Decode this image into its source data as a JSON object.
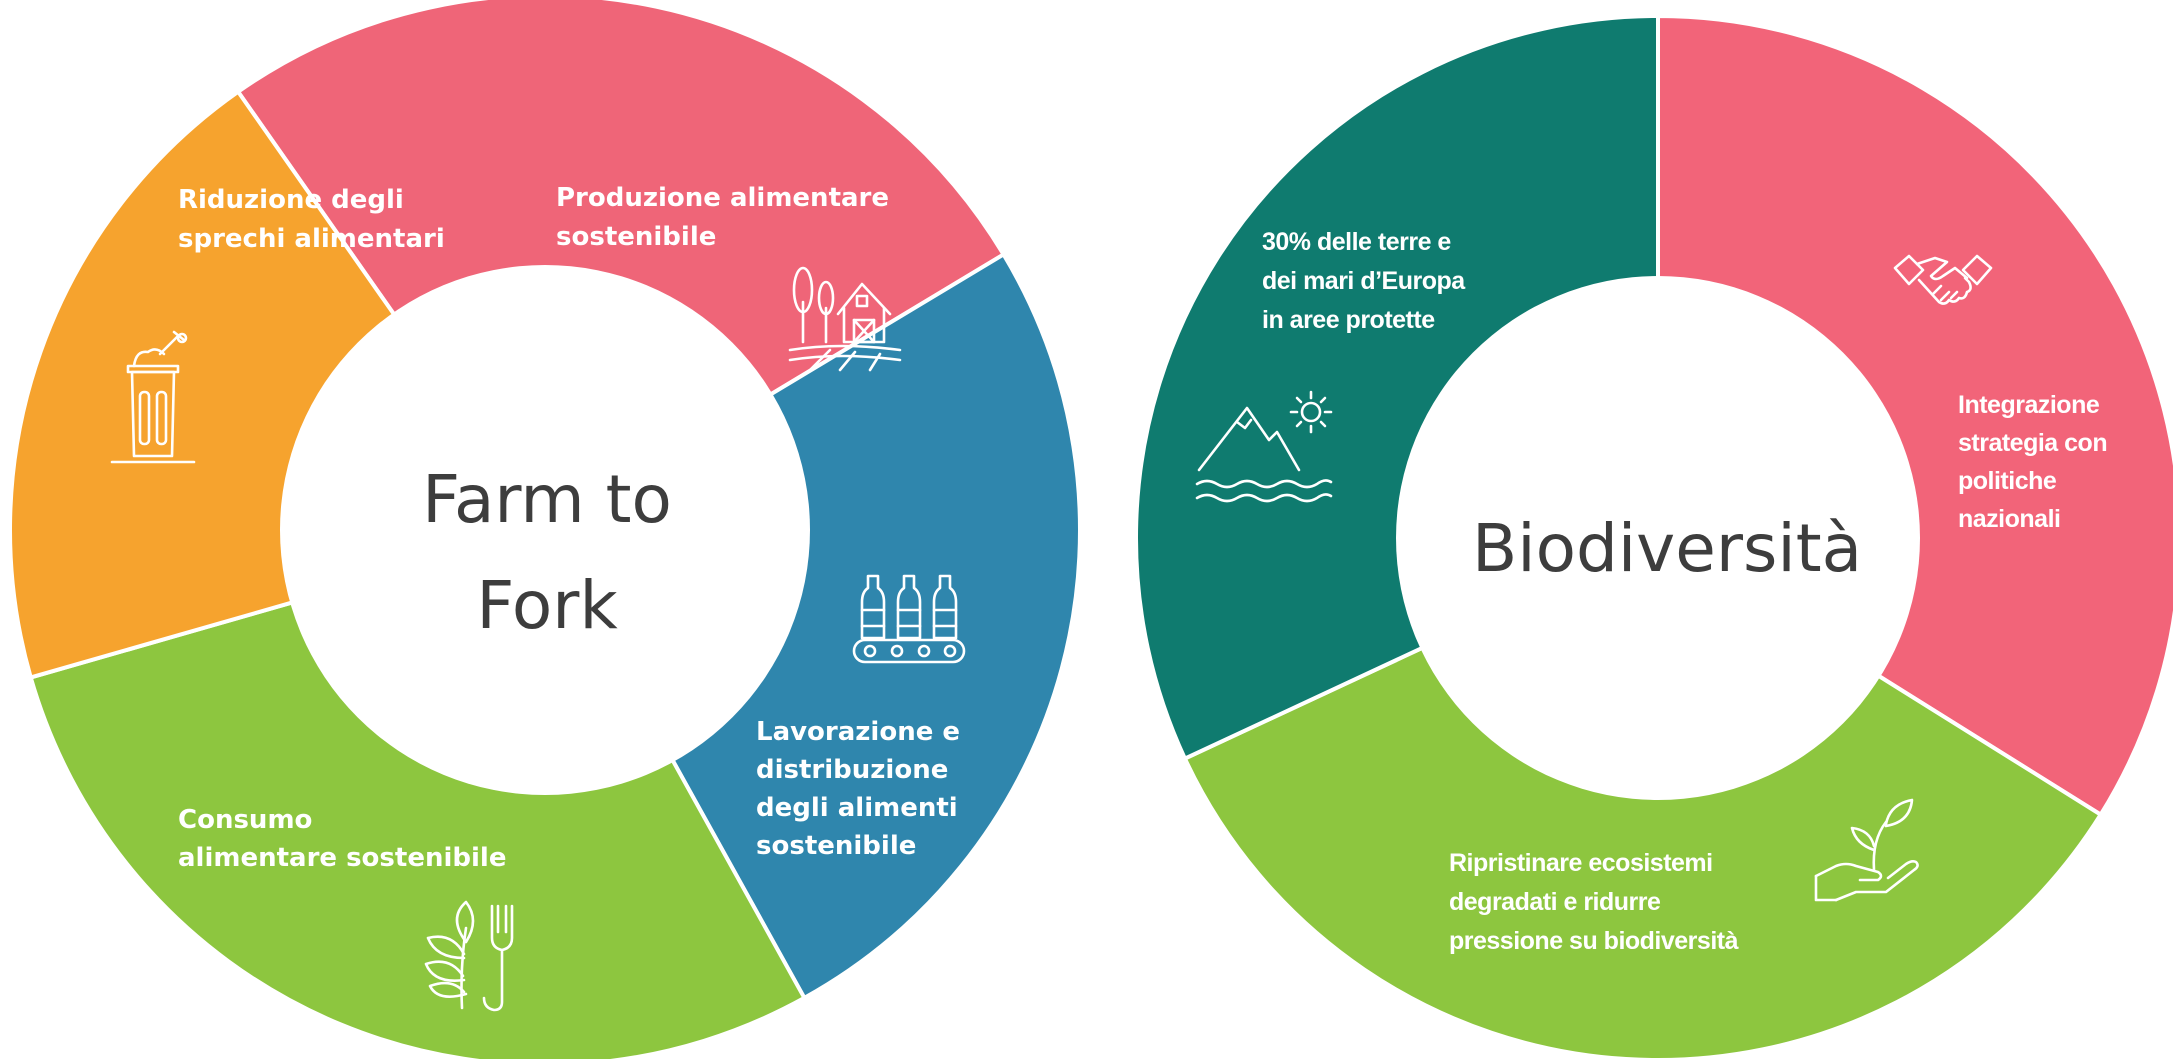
{
  "diagrams": [
    {
      "title_lines": [
        "Farm to",
        "Fork"
      ],
      "segments": [
        {
          "lines": [
            "Produzione alimentare",
            "sostenibile"
          ],
          "icon": "farm-barn-icon",
          "color": "#ef6578"
        },
        {
          "lines": [
            "Lavorazione e",
            "distribuzione",
            "degli alimenti",
            "sostenibile"
          ],
          "icon": "bottles-conveyor-icon",
          "color": "#2f86ad"
        },
        {
          "lines": [
            "Consumo",
            "alimentare sostenibile"
          ],
          "icon": "leaves-fork-icon",
          "color": "#8dc63f"
        },
        {
          "lines": [
            "Riduzione degli",
            "sprechi alimentari"
          ],
          "icon": "waste-bin-icon",
          "color": "#f6a32e"
        }
      ]
    },
    {
      "title_lines": [
        "Biodiversità"
      ],
      "segments": [
        {
          "lines": [
            "Integrazione",
            "strategia con",
            "politiche",
            "nazionali"
          ],
          "icon": "handshake-icon",
          "color": "#f26479"
        },
        {
          "lines": [
            "Ripristinare ecosistemi",
            "degradati e ridurre",
            "pressione su biodiversità"
          ],
          "icon": "hand-sprout-icon",
          "color": "#8dc63f"
        },
        {
          "lines": [
            "30% delle terre e",
            "dei mari d’Europa",
            "in aree protette"
          ],
          "icon": "mountain-sun-sea-icon",
          "color": "#0f7b6f"
        }
      ]
    }
  ]
}
